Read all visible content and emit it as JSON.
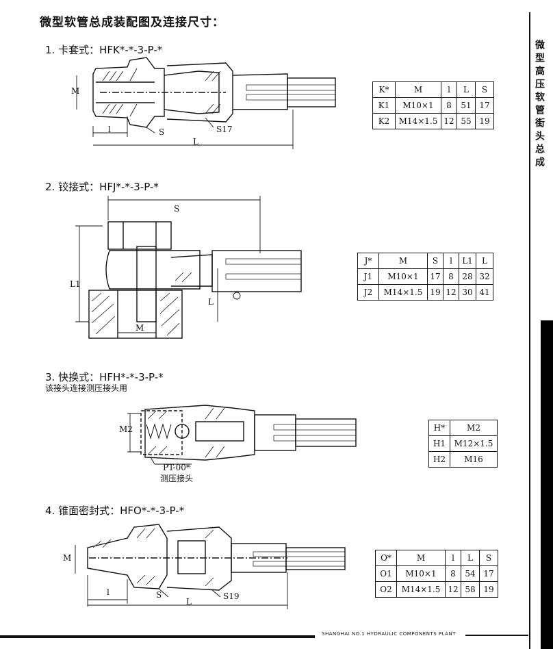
{
  "title": "微型软管总成装配图及连接尺寸：",
  "side_label": "微型高压软管街头总成",
  "footer": "SHANGHAI NO.1 HYDRAULIC COMPONENTS PLANT",
  "sections": [
    {
      "heading": "1. 卡套式：HFK*-*-3-P-*",
      "labels": {
        "m": "M",
        "l": "l",
        "s": "S",
        "s17": "S17",
        "L": "L"
      },
      "table": {
        "headers": [
          "K*",
          "M",
          "l",
          "L",
          "S"
        ],
        "rows": [
          [
            "K1",
            "M10×1",
            "8",
            "51",
            "17"
          ],
          [
            "K2",
            "M14×1.5",
            "12",
            "55",
            "19"
          ]
        ]
      }
    },
    {
      "heading": "2. 铰接式：HFJ*-*-3-P-*",
      "labels": {
        "s": "S",
        "l1": "L1",
        "l": "L",
        "m": "M"
      },
      "table": {
        "headers": [
          "J*",
          "M",
          "S",
          "l",
          "L1",
          "L"
        ],
        "rows": [
          [
            "J1",
            "M10×1",
            "17",
            "8",
            "28",
            "32"
          ],
          [
            "J2",
            "M14×1.5",
            "19",
            "12",
            "30",
            "41"
          ]
        ]
      }
    },
    {
      "heading": "3. 快换式：HFH*-*-3-P-*",
      "note": "该接头连接测压接头用",
      "labels": {
        "m2": "M2",
        "pt": "PT-00*",
        "pt_note": "测压接头"
      },
      "table": {
        "headers": [
          "H*",
          "M2"
        ],
        "rows": [
          [
            "H1",
            "M12×1.5"
          ],
          [
            "H2",
            "M16"
          ]
        ]
      }
    },
    {
      "heading": "4. 锥面密封式：HFO*-*-3-P-*",
      "labels": {
        "m": "M",
        "l": "l",
        "s": "S",
        "L": "L",
        "s19": "S19"
      },
      "table": {
        "headers": [
          "O*",
          "M",
          "l",
          "L",
          "S"
        ],
        "rows": [
          [
            "O1",
            "M10×1",
            "8",
            "54",
            "17"
          ],
          [
            "O2",
            "M14×1.5",
            "12",
            "58",
            "19"
          ]
        ]
      }
    }
  ]
}
